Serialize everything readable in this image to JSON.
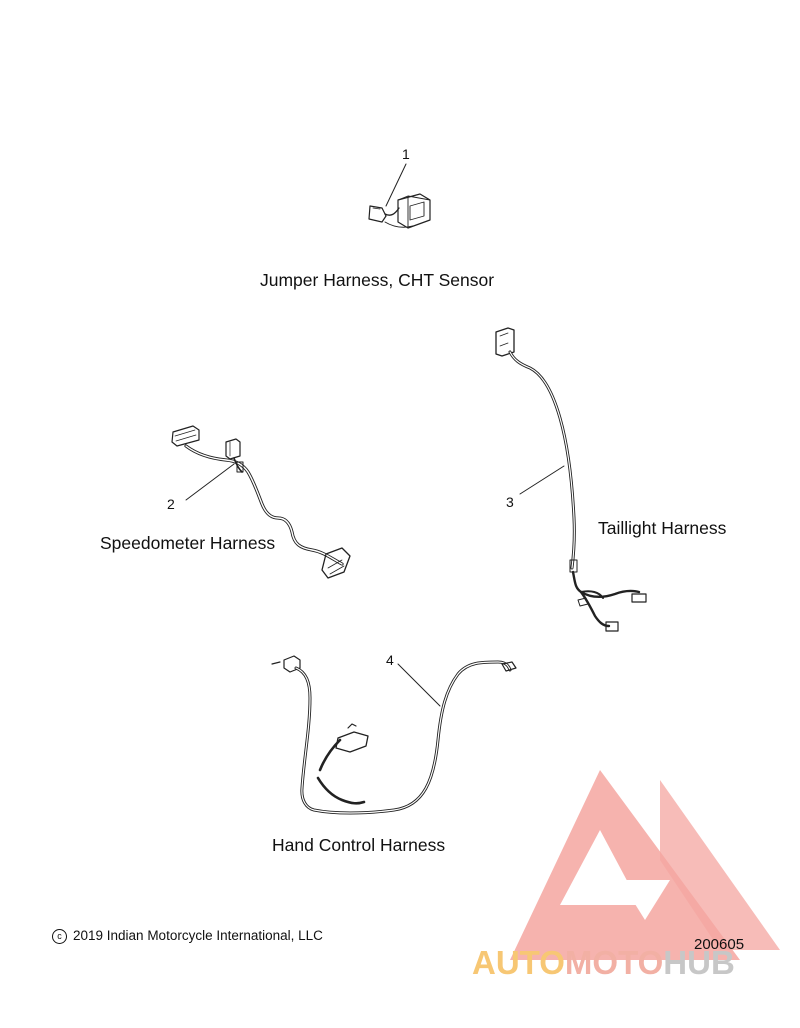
{
  "diagram": {
    "parts": [
      {
        "callout": "1",
        "name": "Jumper Harness, CHT Sensor"
      },
      {
        "callout": "2",
        "name": "Speedometer Harness"
      },
      {
        "callout": "3",
        "name": "Taillight Harness"
      },
      {
        "callout": "4",
        "name": "Hand Control Harness"
      }
    ],
    "copyright_symbol": "c",
    "copyright": "2019 Indian Motorcycle International, LLC",
    "drawing_number": "200605"
  },
  "watermark": {
    "part1": "AUTO",
    "part2": "MOTO",
    "part3": "HUB",
    "colors": {
      "triangle": "#f4a6a0",
      "auto": "#f7c774",
      "moto": "#f2b0a4",
      "hub": "#c7c7c7"
    }
  }
}
